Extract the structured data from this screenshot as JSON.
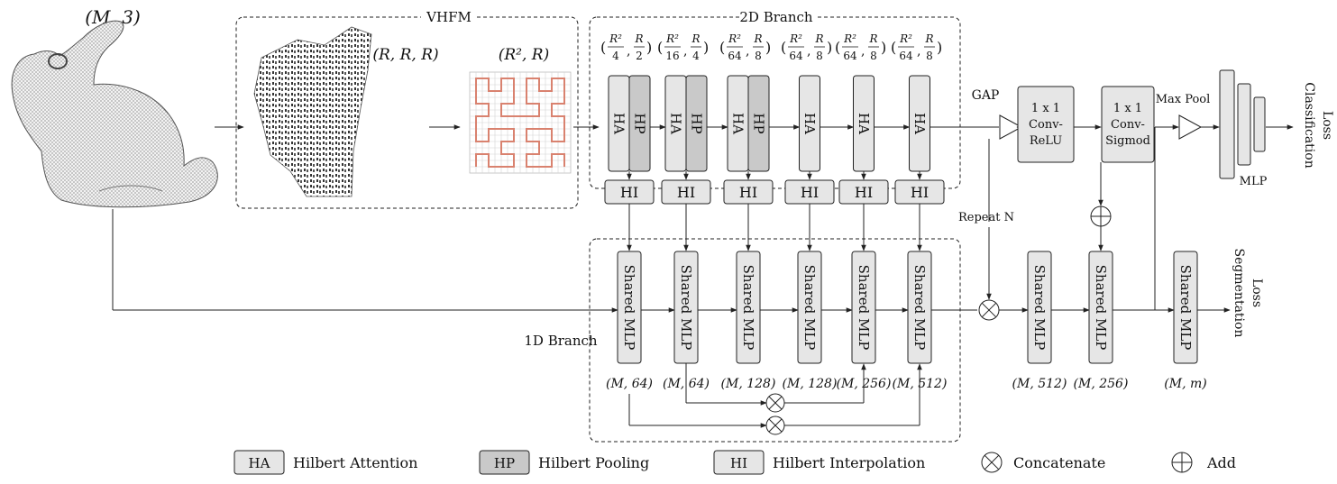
{
  "input": {
    "label": "(M, 3)"
  },
  "vhfm": {
    "title": "VHFM",
    "voxel_label": "(R, R, R)",
    "curve_label": "(R², R)",
    "curve_color": "#d9826f"
  },
  "branch2d": {
    "title": "2D Branch",
    "dims": [
      {
        "num": "R²",
        "den": "4",
        "right": "R",
        "rden": "2"
      },
      {
        "num": "R²",
        "den": "16",
        "right": "R",
        "rden": "4"
      },
      {
        "num": "R²",
        "den": "64",
        "right": "R",
        "rden": "8"
      },
      {
        "num": "R²",
        "den": "64",
        "right": "R",
        "rden": "8"
      },
      {
        "num": "R²",
        "den": "64",
        "right": "R",
        "rden": "8"
      },
      {
        "num": "R²",
        "den": "64",
        "right": "R",
        "rden": "8"
      }
    ],
    "ha_label": "HA",
    "hp_label": "HP"
  },
  "hi_label": "HI",
  "branch1d": {
    "title": "1D Branch",
    "mlp_label": "Shared MLP",
    "dims": [
      "(M, 64)",
      "(M, 64)",
      "(M, 128)",
      "(M, 128)",
      "(M, 256)",
      "(M, 512)"
    ]
  },
  "head": {
    "gap": "GAP",
    "repeat": "Repeat N",
    "conv_relu": [
      "1 x 1",
      "Conv-",
      "ReLU"
    ],
    "conv_sigmoid": [
      "1 x 1",
      "Conv-",
      "Sigmod"
    ],
    "max_pool": "Max Pool",
    "mlp": "MLP",
    "classification_loss": [
      "Classification",
      "Loss"
    ],
    "segmentation_loss": [
      "Segmentation",
      "Loss"
    ],
    "mlp_label": "Shared MLP",
    "dims": [
      "(M, 512)",
      "(M, 256)",
      "(M, m)"
    ]
  },
  "legend": [
    {
      "key": "HA",
      "text": "Hilbert Attention"
    },
    {
      "key": "HP",
      "text": "Hilbert Pooling"
    },
    {
      "key": "HI",
      "text": "Hilbert Interpolation"
    },
    {
      "key": "concat",
      "text": "Concatenate"
    },
    {
      "key": "add",
      "text": "Add"
    }
  ],
  "colors": {
    "box_light": "#e6e6e6",
    "box_dark": "#c9c9c9",
    "line": "#222222"
  }
}
